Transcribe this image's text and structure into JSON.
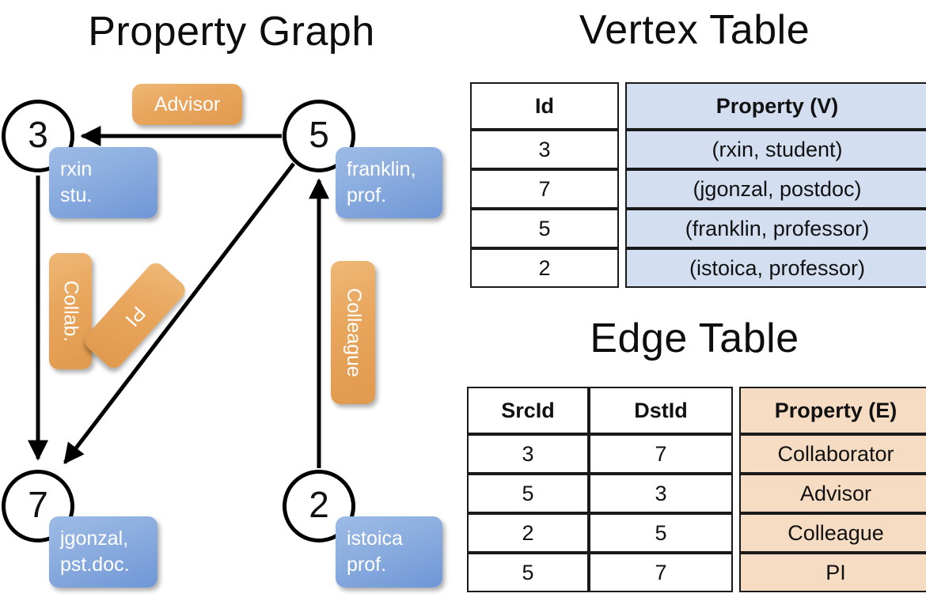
{
  "panels": {
    "graph_title": "Property Graph",
    "vertex_table_title": "Vertex Table",
    "edge_table_title": "Edge Table"
  },
  "graph": {
    "vertices": [
      {
        "id": "3",
        "property_label": "rxin\nstu."
      },
      {
        "id": "5",
        "property_label": "franklin,\nprof."
      },
      {
        "id": "7",
        "property_label": "jgonzal,\npst.doc."
      },
      {
        "id": "2",
        "property_label": "istoica\nprof."
      }
    ],
    "vertex_labels": {
      "rxin_line1": "rxin",
      "rxin_line2": "stu.",
      "franklin_line1": "franklin,",
      "franklin_line2": "prof.",
      "jgonzal_line1": "jgonzal,",
      "jgonzal_line2": "pst.doc.",
      "istoica_line1": "istoica",
      "istoica_line2": "prof."
    },
    "edge_labels": {
      "advisor": "Advisor",
      "collab": "Collab.",
      "pi": "PI",
      "colleague": "Colleague"
    },
    "edges": [
      {
        "src": "5",
        "dst": "3",
        "label": "Advisor"
      },
      {
        "src": "3",
        "dst": "7",
        "label": "Collab."
      },
      {
        "src": "5",
        "dst": "7",
        "label": "PI"
      },
      {
        "src": "2",
        "dst": "5",
        "label": "Colleague"
      }
    ]
  },
  "vertex_table": {
    "headers": [
      "Id",
      "Property (V)"
    ],
    "rows": [
      {
        "id": "3",
        "property": "(rxin, student)"
      },
      {
        "id": "7",
        "property": "(jgonzal, postdoc)"
      },
      {
        "id": "5",
        "property": "(franklin, professor)"
      },
      {
        "id": "2",
        "property": "(istoica, professor)"
      }
    ]
  },
  "edge_table": {
    "headers": [
      "SrcId",
      "DstId",
      "Property (E)"
    ],
    "rows": [
      {
        "src": "3",
        "dst": "7",
        "property": "Collaborator"
      },
      {
        "src": "5",
        "dst": "3",
        "property": "Advisor"
      },
      {
        "src": "2",
        "dst": "5",
        "property": "Colleague"
      },
      {
        "src": "5",
        "dst": "7",
        "property": "PI"
      }
    ]
  },
  "colors": {
    "vertex_property_fill": "#d3dff1",
    "edge_property_fill": "#f5dcc2",
    "vertex_box_blue": "#8fb0e0",
    "edge_box_orange": "#e8a55c",
    "stroke": "#000000"
  }
}
